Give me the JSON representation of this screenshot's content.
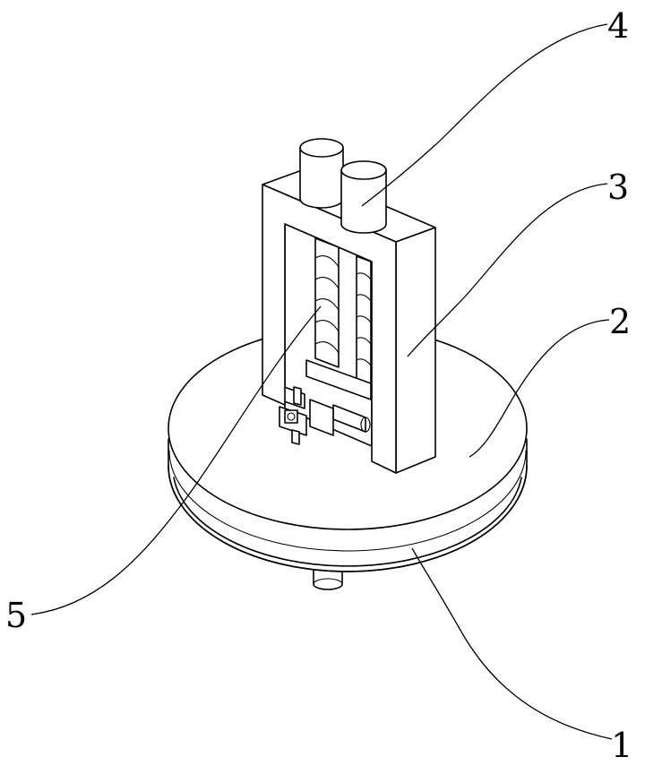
{
  "callouts": [
    {
      "id": "1",
      "text": "1"
    },
    {
      "id": "2",
      "text": "2"
    },
    {
      "id": "3",
      "text": "3"
    },
    {
      "id": "4",
      "text": "4"
    },
    {
      "id": "5",
      "text": "5"
    }
  ]
}
